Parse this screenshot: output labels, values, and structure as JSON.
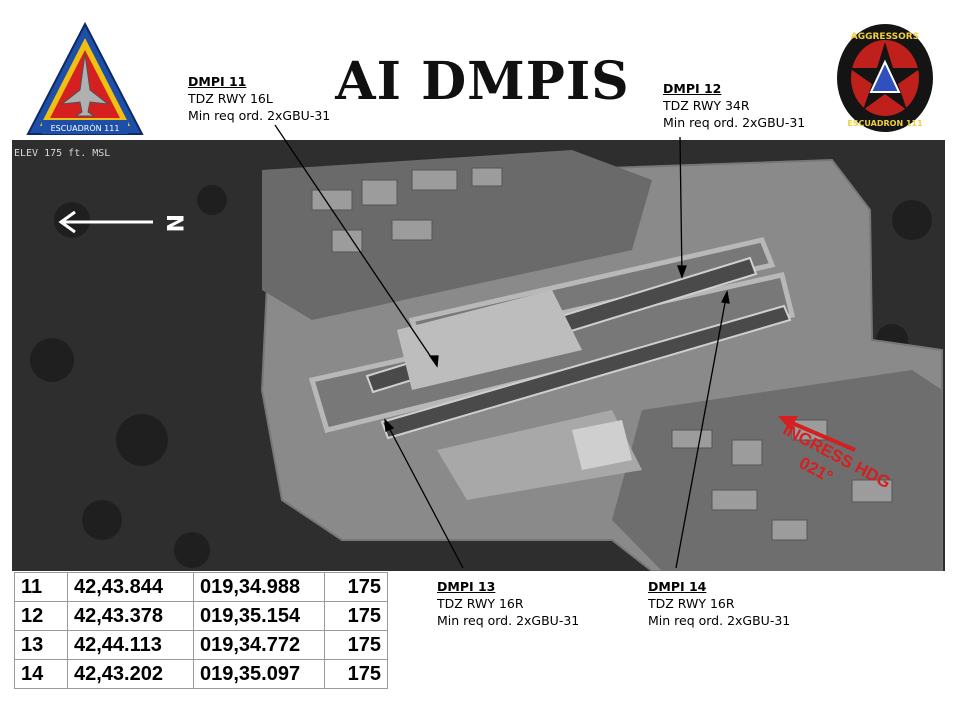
{
  "title": "AI DMPIS",
  "logos": {
    "left": {
      "text": "ESCUADRÓN 111"
    },
    "right": {
      "top_text": "AGGRESSORS",
      "bottom_text": "ESCUADRON 111"
    }
  },
  "map": {
    "elevation_label": "ELEV 175 ft. MSL",
    "north_label": "N",
    "ingress_label_line1": "INGRESS HDG",
    "ingress_label_line2": "021°"
  },
  "callouts": [
    {
      "title": "DMPI 11",
      "line1": "TDZ RWY 16L",
      "line2": "Min req ord. 2xGBU-31"
    },
    {
      "title": "DMPI 12",
      "line1": "TDZ RWY 34R",
      "line2": "Min req ord. 2xGBU-31"
    },
    {
      "title": "DMPI 13",
      "line1": "TDZ RWY 16R",
      "line2": "Min req ord. 2xGBU-31"
    },
    {
      "title": "DMPI 14",
      "line1": "TDZ RWY 16R",
      "line2": "Min req ord. 2xGBU-31"
    }
  ],
  "coordinates": [
    {
      "id": "11",
      "lat": "42,43.844",
      "lon": "019,34.988",
      "elev": "175"
    },
    {
      "id": "12",
      "lat": "42,43.378",
      "lon": "019,35.154",
      "elev": "175"
    },
    {
      "id": "13",
      "lat": "42,44.113",
      "lon": "019,34.772",
      "elev": "175"
    },
    {
      "id": "14",
      "lat": "42,43.202",
      "lon": "019,35.097",
      "elev": "175"
    }
  ],
  "colors": {
    "ingress_arrow": "#d42020",
    "north_arrow": "#ffffff"
  }
}
